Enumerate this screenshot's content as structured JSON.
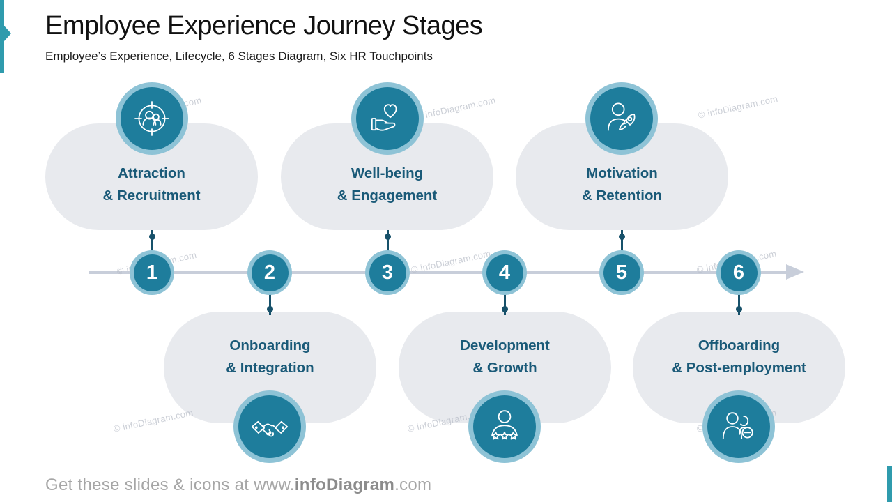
{
  "slide": {
    "title": "Employee Experience Journey Stages",
    "subtitle": "Employee’s Experience, Lifecycle, 6 Stages Diagram, Six HR Touchpoints",
    "footer": {
      "prefix": "Get these slides & icons at www.",
      "brand": "infoDiagram",
      "suffix": ".com"
    },
    "watermark_text": "© infoDiagram.com"
  },
  "diagram": {
    "type": "timeline-journey-6-stages",
    "stages": [
      {
        "number": "1",
        "line1": "Attraction",
        "line2": "& Recruitment",
        "icon": "recruitment-target-icon",
        "position": "top"
      },
      {
        "number": "2",
        "line1": "Onboarding",
        "line2": "& Integration",
        "icon": "handshake-icon",
        "position": "bottom"
      },
      {
        "number": "3",
        "line1": "Well-being",
        "line2": "& Engagement",
        "icon": "hand-holding-heart-icon",
        "position": "top"
      },
      {
        "number": "4",
        "line1": "Development",
        "line2": "& Growth",
        "icon": "person-stars-icon",
        "position": "bottom"
      },
      {
        "number": "5",
        "line1": "Motivation",
        "line2": "& Retention",
        "icon": "person-rocket-icon",
        "position": "top"
      },
      {
        "number": "6",
        "line1": "Offboarding",
        "line2": "& Post-employment",
        "icon": "people-remove-icon",
        "position": "bottom"
      }
    ]
  },
  "colors": {
    "accent_teal": "#2F9BAD",
    "circle_fill": "#1E7D9C",
    "circle_ring": "#8EC3D6",
    "connector": "#17516A",
    "stage_text": "#1A5A78",
    "blob_fill": "#E8EAEE",
    "timeline_gray": "#C8CEDA",
    "watermark_gray": "#B6BBC6",
    "footer_gray": "#A6A6A6"
  }
}
